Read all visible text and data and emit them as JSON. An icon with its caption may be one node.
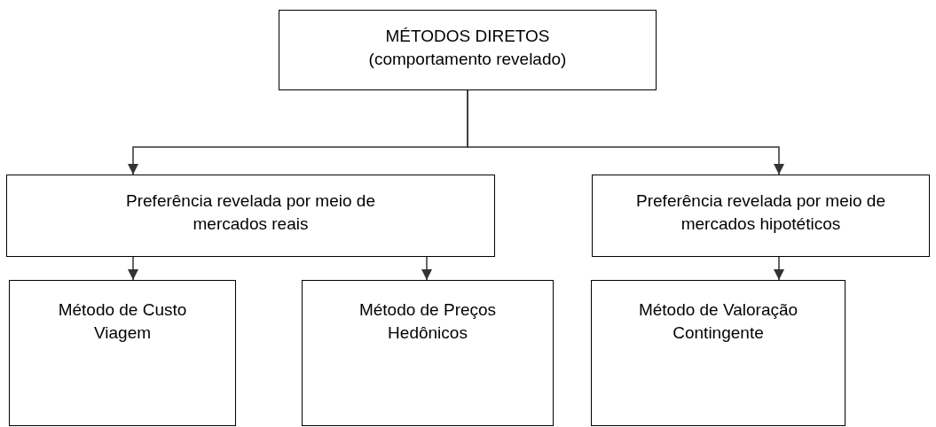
{
  "diagram": {
    "nodes": [
      {
        "text": [
          "MÉTODOS DIRETOS (comportamento revelado)"
        ]
      },
      {
        "text": [
          "Preferência revelada por meio de mercados reais"
        ]
      },
      {
        "text": [
          "Preferência revelada por meio de mercados hipotéticos"
        ]
      },
      {
        "text": [
          "Método de Custo Viagem"
        ]
      },
      {
        "text": [
          "Método de Preços Hedônicos"
        ]
      },
      {
        "text": [
          "Método de Valoração Contingente"
        ]
      }
    ],
    "edges": [
      {
        "from": 0,
        "to": 1,
        "arrow": "to"
      },
      {
        "from": 0,
        "to": 2,
        "arrow": "to"
      },
      {
        "from": 1,
        "to": 3,
        "arrow": "to"
      },
      {
        "from": 1,
        "to": 4,
        "arrow": "to"
      },
      {
        "from": 2,
        "to": 5,
        "arrow": "to"
      }
    ]
  }
}
